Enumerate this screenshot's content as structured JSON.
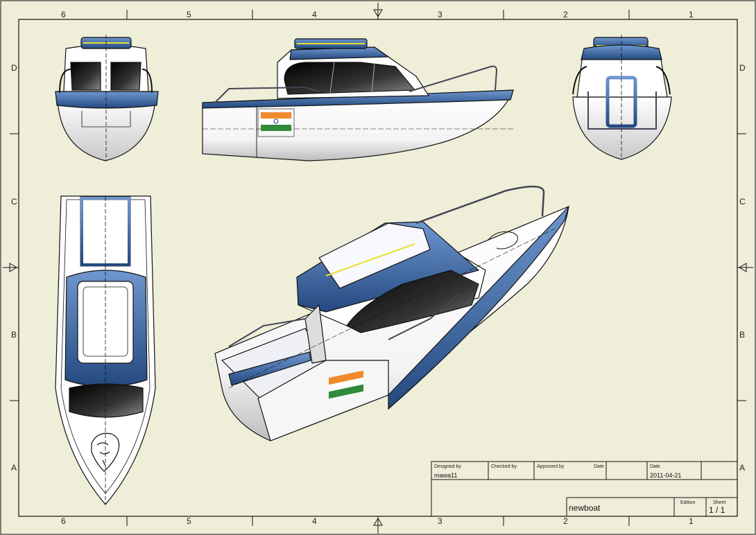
{
  "colors": {
    "paper": "#eeeed9",
    "hull_blue": "#2e5c9a",
    "hull_white": "#ffffff",
    "accent_yellow": "#e8e030",
    "window_dark": "#1a1a1a",
    "line": "#111111"
  },
  "zones": {
    "columns": [
      "6",
      "5",
      "4",
      "3",
      "2",
      "1"
    ],
    "rows": [
      "D",
      "C",
      "B",
      "A"
    ]
  },
  "title_block": {
    "designed_by_label": "Designed by",
    "designed_by": "mawa11",
    "checked_by_label": "Checked by",
    "approved_by_label": "Approved by",
    "date_label_1": "Date",
    "date_label_2": "Date",
    "date": "2011-04-21",
    "title": "newboat",
    "edition_label": "Edition",
    "sheet_label": "Sheet",
    "sheet": "1 / 1"
  },
  "icons": {
    "front_view": "boat-front-view",
    "side_view": "boat-side-view",
    "rear_view": "boat-rear-view",
    "top_view": "boat-top-view",
    "iso_view": "boat-isometric-view",
    "flag": "india-flag-decal",
    "lion": "lion-head-decal"
  }
}
